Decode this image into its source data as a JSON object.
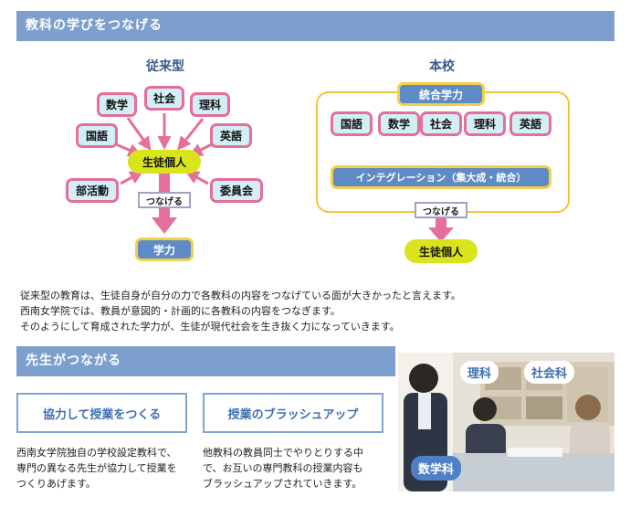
{
  "section1": {
    "title": "教科の学びをつなげる"
  },
  "legacy": {
    "title": "従来型",
    "subjects": [
      "数学",
      "社会",
      "理科",
      "国語",
      "英語",
      "部活動",
      "委員会"
    ],
    "center": "生徒個人",
    "connect_label": "つなげる",
    "result": "学力"
  },
  "current": {
    "title": "本校",
    "top": "統合学力",
    "subjects": [
      "国語",
      "数学",
      "社会",
      "理科",
      "英語"
    ],
    "integration": "インテグレーション（集大成・統合）",
    "connect_label": "つなげる",
    "result": "生徒個人"
  },
  "paragraph": [
    "従来型の教育は、生徒自身が自分の力で各教科の内容をつなげている面が大きかったと言えます。",
    "西南女学院では、教員が意図的・計画的に各教科の内容をつなぎます。",
    "そのようにして育成された学力が、生徒が現代社会を生き抜く力になっていきます。"
  ],
  "section2": {
    "title": "先生がつながる",
    "box1": {
      "title": "協力して授業をつくる",
      "text": [
        "西南女学院独自の学校設定教科で、",
        "専門の異なる先生が協力して授業を",
        "つくりあげます。"
      ]
    },
    "box2": {
      "title": "授業のブラッシュアップ",
      "text": [
        "他教科の教員同士でやりとりする中",
        "で、お互いの専門教科の授業内容も",
        "ブラッシュアップされていきます。"
      ]
    }
  },
  "photo": {
    "labels": [
      "理科",
      "社会科",
      "数学科"
    ]
  },
  "colors": {
    "header": "#7d9fcd",
    "pink": "#e46f9a",
    "light_blue": "#d2eef6",
    "blue": "#5e8ac5",
    "yellow": "#f4cf49",
    "lime": "#d9e41d"
  }
}
